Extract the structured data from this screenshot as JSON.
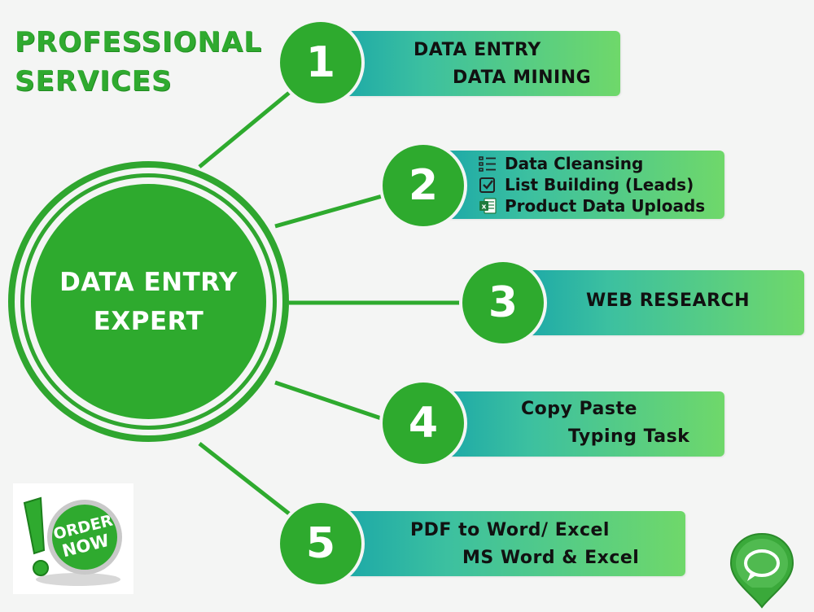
{
  "title": {
    "line1": "PROFESSIONAL",
    "line2": "SERVICES"
  },
  "hub": {
    "line1": "DATA ENTRY",
    "line2": "EXPERT"
  },
  "services": [
    {
      "number": "1",
      "lines": [
        "DATA ENTRY",
        "DATA MINING"
      ]
    },
    {
      "number": "2",
      "items": [
        {
          "icon": "list-icon",
          "label": "Data Cleansing"
        },
        {
          "icon": "checkbox-icon",
          "label": "List Building (Leads)"
        },
        {
          "icon": "excel-icon",
          "label": "Product Data Uploads"
        }
      ]
    },
    {
      "number": "3",
      "lines": [
        "WEB RESEARCH"
      ]
    },
    {
      "number": "4",
      "lines": [
        "Copy Paste",
        "Typing Task"
      ]
    },
    {
      "number": "5",
      "lines": [
        "PDF to Word/ Excel",
        "MS Word & Excel"
      ]
    }
  ],
  "order_badge": {
    "line1": "ORDER",
    "line2": "NOW"
  },
  "colors": {
    "green": "#2eaa2e",
    "bar_start": "#15a3a9",
    "bar_end": "#6fd86a",
    "background": "#f4f5f4"
  }
}
